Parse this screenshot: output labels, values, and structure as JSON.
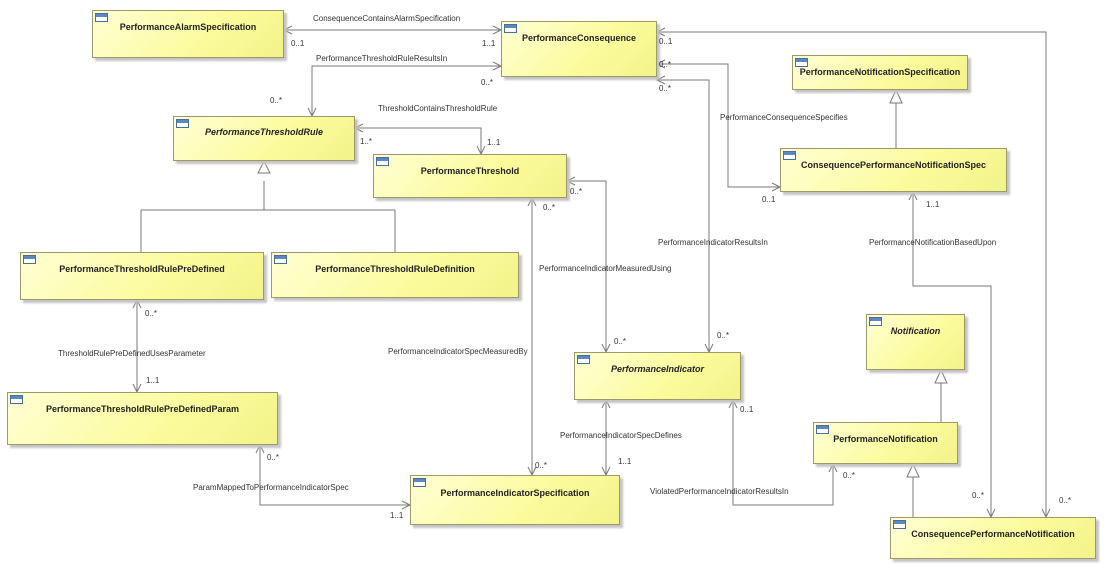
{
  "classes": {
    "performance_alarm_specification": {
      "name": "PerformanceAlarmSpecification",
      "abstract": false
    },
    "performance_consequence": {
      "name": "PerformanceConsequence",
      "abstract": false
    },
    "performance_notification_specification": {
      "name": "PerformanceNotificationSpecification",
      "abstract": false
    },
    "performance_threshold_rule": {
      "name": "PerformanceThresholdRule",
      "abstract": true
    },
    "performance_threshold": {
      "name": "PerformanceThreshold",
      "abstract": false
    },
    "consequence_performance_notification_spec": {
      "name": "ConsequencePerformanceNotificationSpec",
      "abstract": false
    },
    "performance_threshold_rule_pre_defined": {
      "name": "PerformanceThresholdRulePreDefined",
      "abstract": false
    },
    "performance_threshold_rule_definition": {
      "name": "PerformanceThresholdRuleDefinition",
      "abstract": false
    },
    "notification": {
      "name": "Notification",
      "abstract": true
    },
    "performance_indicator": {
      "name": "PerformanceIndicator",
      "abstract": true
    },
    "performance_threshold_rule_pre_defined_param": {
      "name": "PerformanceThresholdRulePreDefinedParam",
      "abstract": false
    },
    "performance_notification": {
      "name": "PerformanceNotification",
      "abstract": false
    },
    "performance_indicator_specification": {
      "name": "PerformanceIndicatorSpecification",
      "abstract": false
    },
    "consequence_performance_notification": {
      "name": "ConsequencePerformanceNotification",
      "abstract": false
    }
  },
  "associations": {
    "consequence_contains_alarm_specification": "ConsequenceContainsAlarmSpecification",
    "performance_threshold_rule_results_in": "PerformanceThresholdRuleResultsIn",
    "threshold_contains_threshold_rule": "ThresholdContainsThresholdRule",
    "performance_consequence_specifies": "PerformanceConsequenceSpecifies",
    "performance_indicator_results_in": "PerformanceIndicatorResultsIn",
    "performance_notification_based_upon": "PerformanceNotificationBasedUpon",
    "performance_indicator_measured_using": "PerformanceIndicatorMeasuredUsing",
    "threshold_rule_pre_defined_uses_parameter": "ThresholdRulePreDefinedUsesParameter",
    "performance_indicator_spec_measured_by": "PerformanceIndicatorSpecMeasuredBy",
    "performance_indicator_spec_defines": "PerformanceIndicatorSpecDefines",
    "violated_performance_indicator_results_in": "ViolatedPerformanceIndicatorResultsIn",
    "param_mapped_to_performance_indicator_spec": "ParamMappedToPerformanceIndicatorSpec"
  },
  "multiplicities": {
    "alarm_spec_end": "0..1",
    "consequence_alarm_end": "1..1",
    "consequence_top": "0..1",
    "consequence_mid": "0..*",
    "consequence_rule_results": "0..*",
    "consequence_indicator_results": "0..*",
    "rule_results_end": "0..*",
    "rule_contains_end": "1..*",
    "threshold_contains_end": "1..1",
    "threshold_indicator_end": "0..*",
    "threshold_spec_end": "0..*",
    "notification_spec_end": "0..1",
    "notification_spec_based_end": "1..1",
    "indicator_measured_end": "0..*",
    "indicator_results_end": "0..*",
    "indicator_violated_end": "0..1",
    "indicator_spec_defines_end": "1..1",
    "predefined_param_end": "0..*",
    "param_end": "1..1",
    "param_mapped_end": "0..*",
    "spec_mapped_end": "1..1",
    "spec_measured_end": "0..*",
    "notification_violated_end": "0..*",
    "cpn_based_end": "0..*",
    "cpn_consequence_end": "0..*"
  }
}
